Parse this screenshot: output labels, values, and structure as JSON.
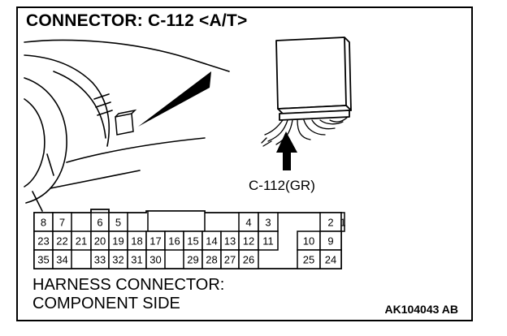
{
  "diagram": {
    "title": "CONNECTOR: C-112 <A/T>",
    "connector_label": "C-112(GR)",
    "footer_line1": "HARNESS CONNECTOR:",
    "footer_line2": "COMPONENT SIDE",
    "figure_id": "AK104043 AB",
    "pin_rows": [
      [
        "8",
        "7",
        "",
        "6",
        "5",
        "",
        "",
        "",
        "",
        "",
        "",
        "4",
        "3",
        "",
        "",
        "2",
        "1"
      ],
      [
        "23",
        "22",
        "21",
        "20",
        "19",
        "18",
        "17",
        "16",
        "15",
        "14",
        "13",
        "12",
        "11",
        "",
        "10",
        "9",
        ""
      ],
      [
        "35",
        "34",
        "",
        "33",
        "32",
        "31",
        "30",
        "",
        "29",
        "28",
        "27",
        "26",
        "",
        "",
        "25",
        "24",
        ""
      ]
    ]
  }
}
